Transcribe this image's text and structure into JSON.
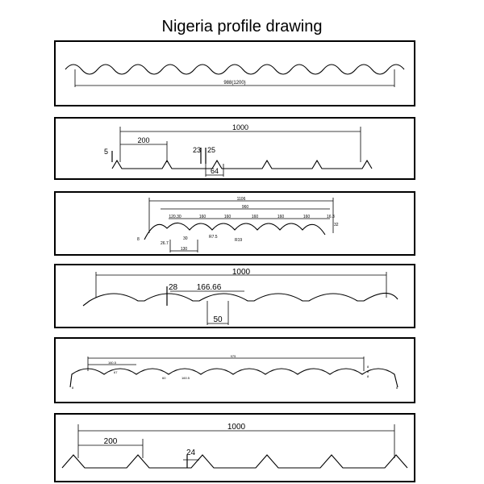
{
  "title": "Nigeria profile drawing",
  "profiles": [
    {
      "dims": [
        "988(1200)"
      ]
    },
    {
      "dims": [
        "1000",
        "200",
        "5",
        "23",
        "25",
        "64"
      ]
    },
    {
      "dims": [
        "1106",
        "960",
        "120.30",
        "160",
        "160",
        "160",
        "160",
        "160",
        "16.3",
        "32",
        "8",
        "26.7",
        "30",
        "R7.5",
        "R19",
        "130"
      ]
    },
    {
      "dims": [
        "1000",
        "28",
        "166.66",
        "50"
      ]
    },
    {
      "dims": [
        "975",
        "160.5",
        "67",
        "60",
        "160.5",
        "8",
        "8",
        "8",
        "8",
        "8"
      ]
    },
    {
      "dims": [
        "1000",
        "200",
        "24"
      ]
    }
  ]
}
